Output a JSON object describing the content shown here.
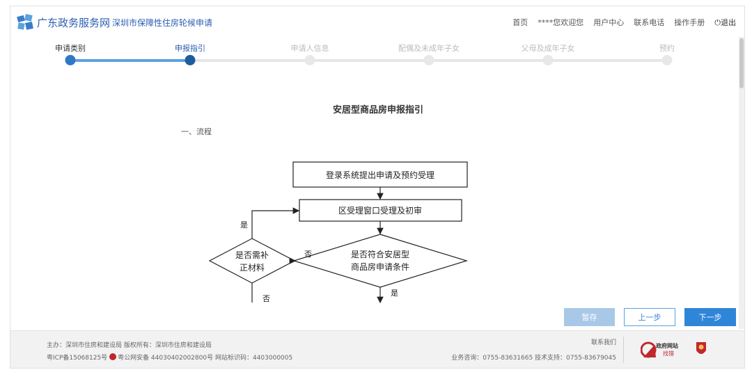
{
  "header": {
    "site_name": "广东政务服务网",
    "sub_name": "深圳市保障性住房轮候申请",
    "nav": [
      "首页",
      "****您欢迎您",
      "用户中心",
      "联系电话",
      "操作手册",
      "退出"
    ],
    "logout_icon": "power-icon"
  },
  "steps": [
    {
      "label": "申请类别",
      "state": "done"
    },
    {
      "label": "申报指引",
      "state": "current"
    },
    {
      "label": "申请人信息",
      "state": "todo"
    },
    {
      "label": "配偶及未成年子女",
      "state": "todo"
    },
    {
      "label": "父母及成年子女",
      "state": "todo"
    },
    {
      "label": "预约",
      "state": "todo"
    }
  ],
  "document": {
    "title": "安居型商品房申报指引",
    "section": "一、流程",
    "flow": {
      "box1": "登录系统提出申请及预约受理",
      "box2": "区受理窗口受理及初审",
      "diamond_main_line1": "是否符合安居型",
      "diamond_main_line2": "商品房申请条件",
      "diamond_side_line1": "是否需补",
      "diamond_side_line2": "正材料",
      "label_yes_top": "是",
      "label_no_left": "否",
      "label_no_bottom": "否",
      "label_yes_bottom": "是"
    }
  },
  "buttons": {
    "save": "暂存",
    "prev": "上一步",
    "next": "下一步"
  },
  "footer": {
    "line1": "主办：深圳市住房和建设局 版权所有：深圳市住房和建设局",
    "icp": "粤ICP备15068125号",
    "police": "粤公网安备 44030402002800号",
    "site_code": "网站标识码：4403000005",
    "contact_label": "联系我们",
    "contact_line": "业务咨询：0755-83631665 技术支持：0755-83679045",
    "badge_line1": "政府网站",
    "badge_line2": "找错"
  },
  "colors": {
    "brand": "#2a5db0",
    "accent": "#2f85d8",
    "progress": "#5aa2e0"
  }
}
